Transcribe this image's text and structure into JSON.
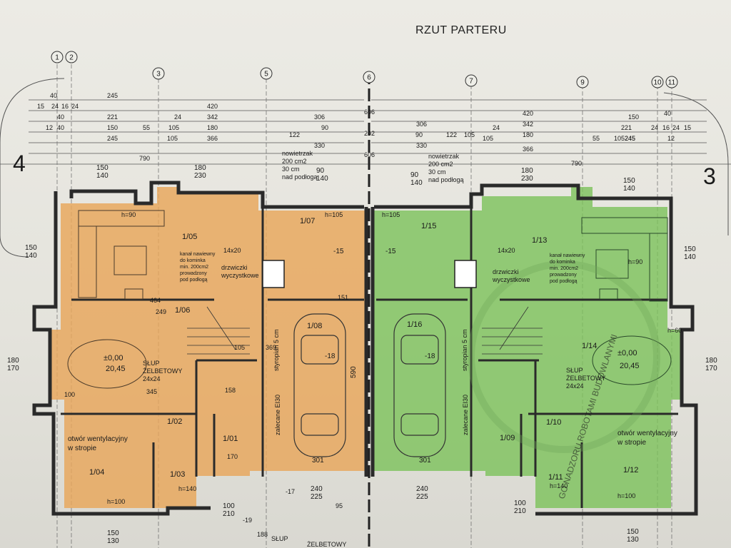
{
  "drawing": {
    "title": "RZUT PARTERU",
    "unit_left": "4",
    "unit_right": "3",
    "colors": {
      "left_unit": "#e8a65a",
      "right_unit": "#7cc25a",
      "wall": "#2a2a2a",
      "dim": "#444444"
    }
  },
  "axes": [
    "1",
    "2",
    "3",
    "5",
    "6",
    "7",
    "9",
    "10",
    "11"
  ],
  "top_dims_left": [
    "40",
    "245",
    "15",
    "24",
    "16",
    "24",
    "221",
    "40",
    "150",
    "12",
    "40",
    "245",
    "420",
    "342",
    "180",
    "366",
    "790",
    "105",
    "55",
    "105",
    "24",
    "122",
    "90",
    "306",
    "330"
  ],
  "top_dims_right": [
    "306",
    "330",
    "90",
    "122",
    "105",
    "24",
    "420",
    "342",
    "180",
    "366",
    "245",
    "221",
    "150",
    "245",
    "24",
    "16",
    "24",
    "15",
    "40",
    "12",
    "790",
    "105",
    "55",
    "105"
  ],
  "center_dims": [
    "606",
    "202",
    "606"
  ],
  "vents": {
    "left": [
      "nowietrzak",
      "200 cm",
      "30 cm",
      "nad podłogą"
    ],
    "right": [
      "nowietrzak",
      "200 cm",
      "30 cm",
      "nad podłogą"
    ]
  },
  "window_marks": {
    "top": [
      "150/140",
      "180/230",
      "90/140",
      "90/140",
      "180/230",
      "150/140"
    ],
    "side": [
      "150/140",
      "180/170",
      "180/170",
      "150/140"
    ],
    "bottom": [
      "240/225",
      "240/225",
      "100/210",
      "100/210",
      "150/130",
      "150/130"
    ]
  },
  "rooms": {
    "left": [
      {
        "id": "1/05",
        "h": "h=90"
      },
      {
        "id": "1/06",
        "h": ""
      },
      {
        "id": "1/07",
        "h": "h=105"
      },
      {
        "id": "1/08",
        "h": ""
      },
      {
        "id": "1/02",
        "h": ""
      },
      {
        "id": "1/01",
        "h": ""
      },
      {
        "id": "1/03",
        "h": "h=140"
      },
      {
        "id": "1/04",
        "h": "h=100"
      }
    ],
    "right": [
      {
        "id": "1/13",
        "h": "h=90"
      },
      {
        "id": "1/14",
        "h": "h=60"
      },
      {
        "id": "1/15",
        "h": "h=105"
      },
      {
        "id": "1/16",
        "h": ""
      },
      {
        "id": "1/10",
        "h": ""
      },
      {
        "id": "1/09",
        "h": ""
      },
      {
        "id": "1/11",
        "h": "h=140"
      },
      {
        "id": "1/12",
        "h": "h=100"
      }
    ]
  },
  "notes": {
    "chimney_left": [
      "kanał nawiewny",
      "do kominka",
      "min. 200cm2",
      "prowadzony",
      "pod podłogą"
    ],
    "chimney_right": [
      "kanał nawiewny",
      "do kominka",
      "min. 200cm2",
      "prowadzony",
      "pod podłogą"
    ],
    "access_door_left": [
      "drzwiczki",
      "wyczystkowe"
    ],
    "access_door_right": [
      "drzwiczki",
      "wyczystkowe"
    ],
    "column_left": [
      "SŁUP",
      "ŻELBETOWY",
      "24x24"
    ],
    "column_right": [
      "SŁUP",
      "ŻELBETOWY",
      "24x24"
    ],
    "vent_ceiling_left": [
      "otwór wentylacyjny",
      "w stropie"
    ],
    "vent_ceiling_right": [
      "otwór wentylacyjny",
      "w stropie"
    ],
    "level_left": "±0,00",
    "level_right": "±0,00",
    "level_sub_left": "20,45",
    "level_sub_right": "20,45",
    "styrofoam_left": "styropian 5 cm",
    "styrofoam_right": "styropian 5 cm",
    "fire_left": "zalecane EI30",
    "fire_right": "zalecane EI30",
    "garage_depth": "590",
    "garage_width_l": "301",
    "garage_width_r": "301",
    "garage_level": "-18",
    "stair_size": "14x20",
    "room_level": "-15",
    "wall_dims": [
      "464",
      "249",
      "345",
      "100",
      "369",
      "151",
      "158",
      "170",
      "105"
    ],
    "bottom_labels": [
      "SŁUP",
      "ŻELBETOWY",
      "188",
      "-19",
      "-17",
      "95"
    ]
  },
  "stamp": "GO NADZORU ROBOTAMI BUDOWLANYMI"
}
